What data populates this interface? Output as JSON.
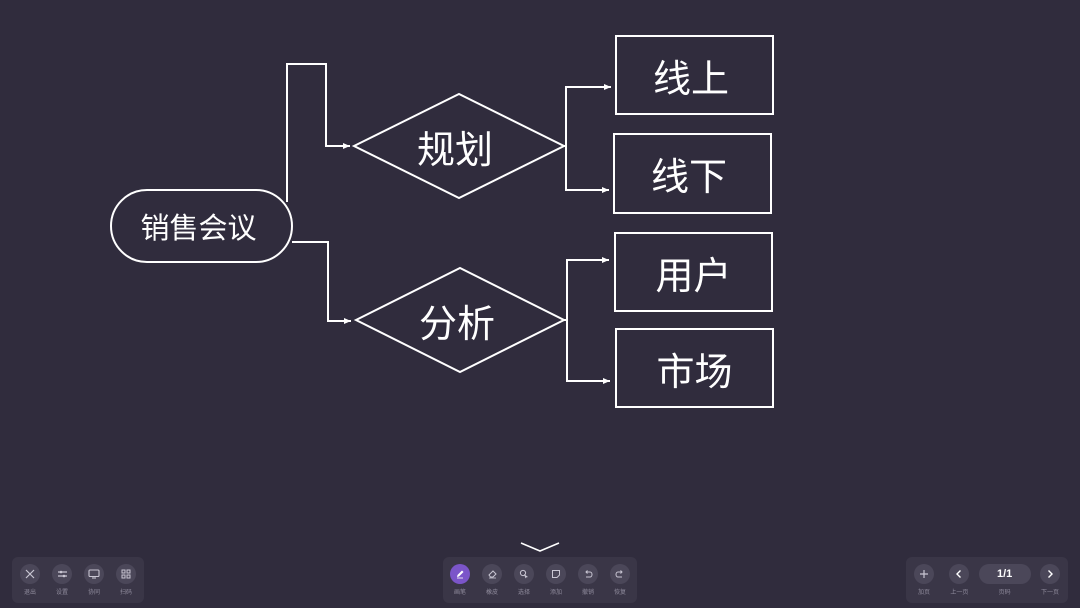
{
  "diagram": {
    "root": "销售会议",
    "branches": [
      {
        "label": "规划",
        "children": [
          "线上",
          "线下"
        ]
      },
      {
        "label": "分析",
        "children": [
          "用户",
          "市场"
        ]
      }
    ]
  },
  "toolbar_left": [
    {
      "icon": "close-icon",
      "label": "退出"
    },
    {
      "icon": "settings-icon",
      "label": "设置"
    },
    {
      "icon": "screen-icon",
      "label": "协同"
    },
    {
      "icon": "scan-icon",
      "label": "扫码"
    }
  ],
  "toolbar_center": [
    {
      "icon": "pen-icon",
      "label": "画笔",
      "active": true
    },
    {
      "icon": "eraser-icon",
      "label": "橡皮"
    },
    {
      "icon": "select-icon",
      "label": "选择"
    },
    {
      "icon": "add-icon",
      "label": "添加"
    },
    {
      "icon": "undo-icon",
      "label": "撤销"
    },
    {
      "icon": "redo-icon",
      "label": "恢复"
    }
  ],
  "toolbar_right": {
    "add_page_label": "加页",
    "prev_label": "上一页",
    "page_indicator": "1/1",
    "page_label": "页码",
    "next_label": "下一页"
  },
  "colors": {
    "background": "#302c3d",
    "stroke": "#ffffff",
    "toolbar": "#3a3647",
    "active_tool": "#7b55c9"
  }
}
